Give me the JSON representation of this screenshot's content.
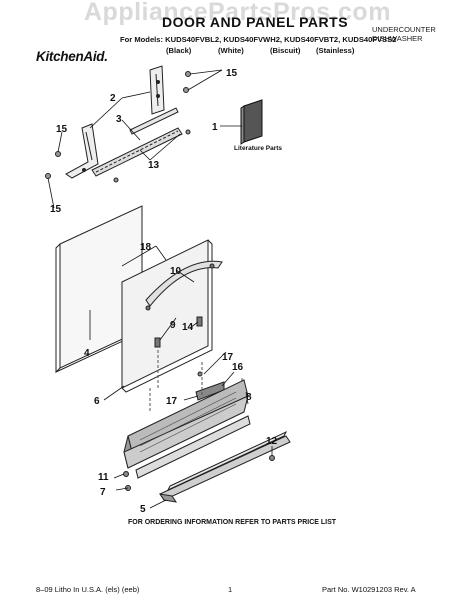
{
  "header": {
    "watermark": "AppliancePartsPros.com",
    "title": "DOOR AND PANEL PARTS",
    "corner_line1": "UNDERCOUNTER",
    "corner_line2": "DISHWASHER",
    "models_line": "For Models: KUDS40FVBL2, KUDS40FVWH2, KUDS40FVBT2, KUDS40FVSS2",
    "colors": [
      "(Black)",
      "(White)",
      "(Biscuit)",
      "(Stainless)"
    ],
    "brand": "KitchenAid."
  },
  "diagram": {
    "literature_label": "Literature Parts",
    "callouts": [
      "1",
      "2",
      "3",
      "4",
      "5",
      "6",
      "7",
      "8",
      "9",
      "10",
      "11",
      "12",
      "13",
      "14",
      "15",
      "16",
      "17",
      "18"
    ]
  },
  "footer": {
    "ordering_note": "FOR ORDERING INFORMATION REFER TO PARTS PRICE LIST",
    "litho": "8–09 Litho In U.S.A. (els) (eeb)",
    "page": "1",
    "part_no": "Part No. W10291203 Rev. A"
  }
}
